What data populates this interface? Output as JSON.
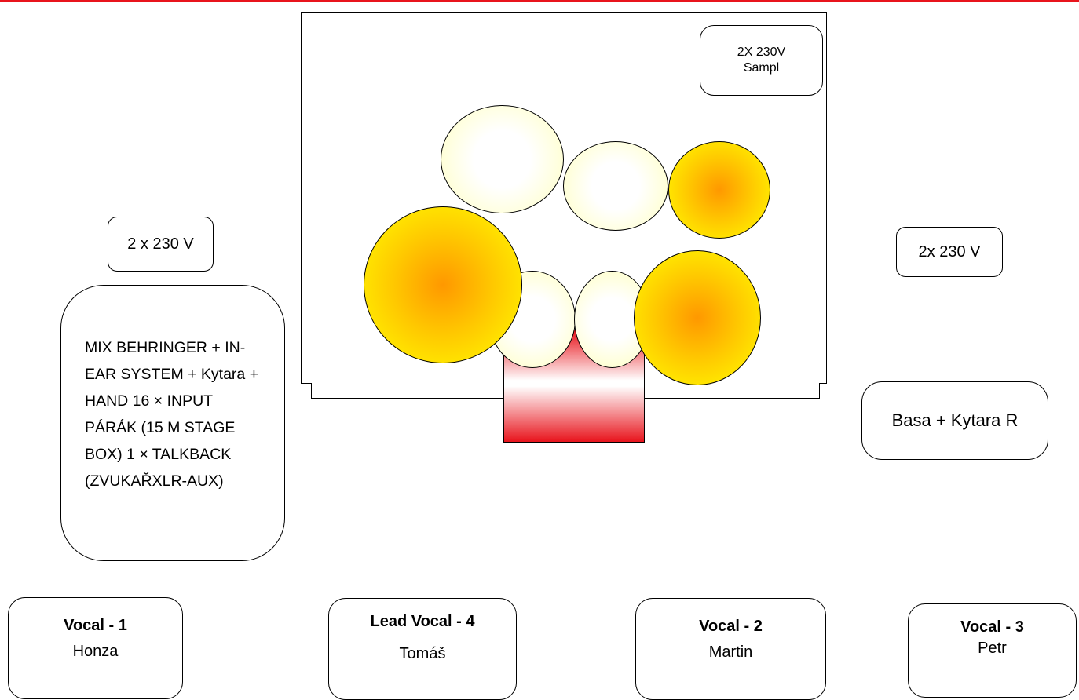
{
  "power_left": "2 x 230 V",
  "power_right": "2x 230 V",
  "power_sampl": {
    "line1": "2X 230V",
    "line2": "Sampl"
  },
  "mix_text": "MIX BEHRINGER + IN-EAR SYSTEM + Kytara + HAND 16 × INPUT PÁRÁK (15 M STAGE BOX) 1 × TALKBACK (ZVUKAŘXLR-AUX)",
  "basa_label": "Basa  + Kytara R",
  "vocals": [
    {
      "role": "Vocal - 1",
      "name": "Honza"
    },
    {
      "role": "Lead Vocal - 4",
      "name": "Tomáš"
    },
    {
      "role": "Vocal - 2",
      "name": "Martin"
    },
    {
      "role": "Vocal - 3",
      "name": "Petr"
    }
  ],
  "colors": {
    "accent_red": "#e8141c",
    "cymbal_yellow": "#ffff00",
    "cymbal_orange": "#ff9800",
    "drum_light": "#ffffc0"
  }
}
